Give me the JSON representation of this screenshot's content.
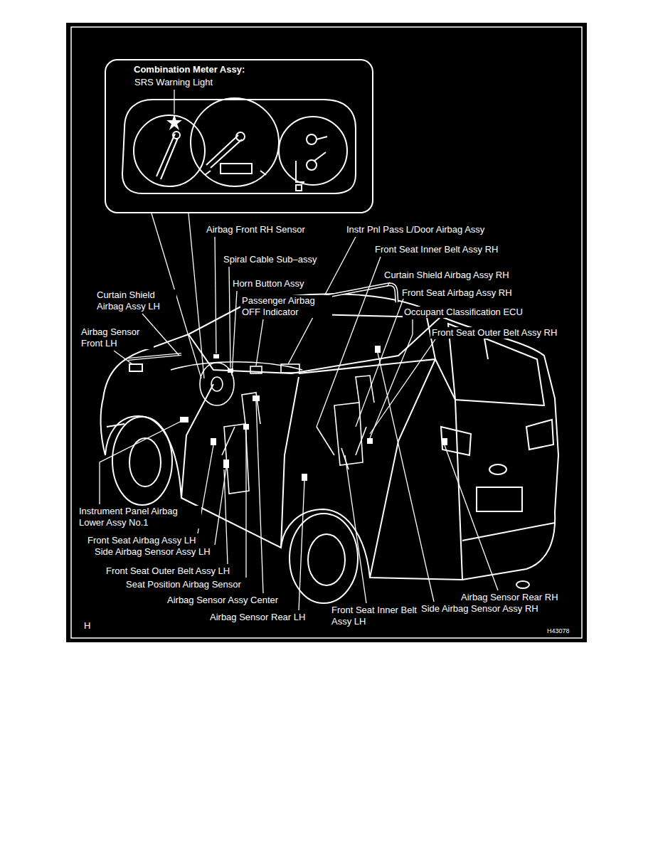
{
  "diagram": {
    "nodes": [
      {
        "text": [
          "Combination Meter Assy:",
          "SRS Warning Light"
        ]
      }
    ],
    "labels": [
      "Airbag Front RH Sensor",
      "Instr Pnl Pass L/Door Airbag Assy",
      "Front Seat Inner Belt Assy RH",
      "Spiral Cable Sub–assy",
      "Curtain Shield Airbag Assy RH",
      "Horn Button Assy",
      "Curtain Shield Airbag Assy LH",
      "Front Seat Airbag Assy RH",
      "Passenger Airbag OFF Indicator",
      "Occupant Classification ECU",
      "Airbag Sensor Front LH",
      "Front Seat Outer Belt Assy RH",
      "Instrument Panel Airbag Lower Assy No.1",
      "Front Seat Airbag Assy LH",
      "Side Airbag Sensor Assy LH",
      "Front Seat Outer Belt Assy LH",
      "Seat Position Airbag Sensor",
      "Airbag Sensor Rear RH",
      "Airbag Sensor Assy Center",
      "Side Airbag Sensor Assy RH",
      "Front Seat Inner Belt Assy LH",
      "Airbag Sensor Rear LH",
      "H",
      "H43078"
    ]
  }
}
